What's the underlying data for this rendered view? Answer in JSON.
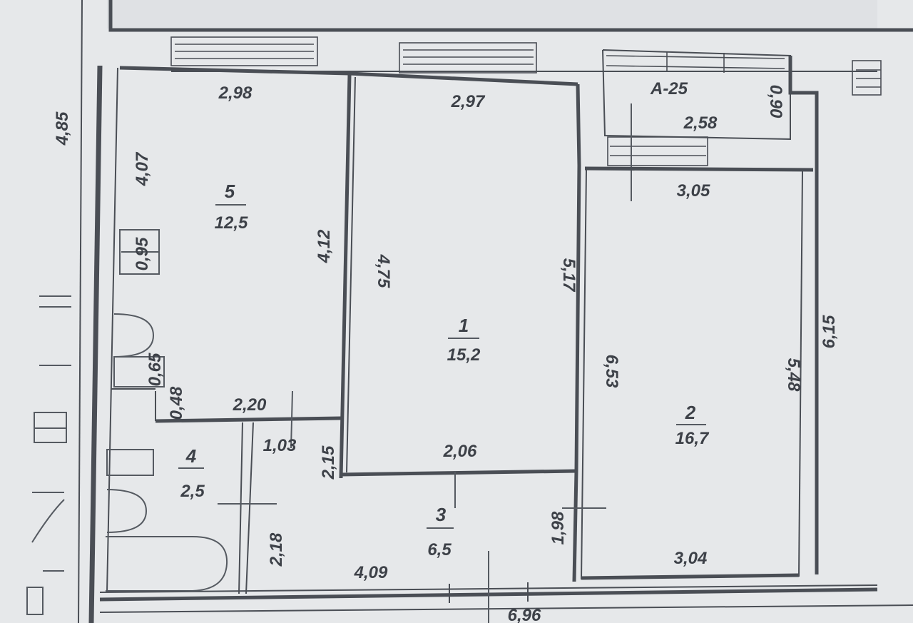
{
  "rooms": [
    {
      "id": "room-5",
      "number": "5",
      "area": "12,5"
    },
    {
      "id": "room-1",
      "number": "1",
      "area": "15,2"
    },
    {
      "id": "room-2",
      "number": "2",
      "area": "16,7"
    },
    {
      "id": "room-3",
      "number": "3",
      "area": "6,5"
    },
    {
      "id": "room-4",
      "number": "4",
      "area": "2,5"
    }
  ],
  "balcony": {
    "label": "А-25",
    "width": "2,58",
    "depth": "0,90"
  },
  "dimensions": {
    "room5_top": "2,98",
    "room5_left": "4,07",
    "room5_right": "4,12",
    "room1_top": "2,97",
    "room1_left": "4,75",
    "room1_right": "5,17",
    "room1_bottom": "2,06",
    "room2_top": "3,05",
    "room2_left": "6,53",
    "room2_right": "5,48",
    "room2_bottom": "3,04",
    "hall_top": "2,20",
    "hall_small_a": "1,03",
    "hall_small_b": "0,65",
    "hall_vert": "2,15",
    "corridor_bottom": "4,09",
    "corridor_right": "1,98",
    "bath_side": "2,18",
    "bath_top": "0,48",
    "wc_side": "0,95",
    "outer_left": "4,85",
    "outer_right": "6,15",
    "neighbor_bottom": "6,96"
  }
}
